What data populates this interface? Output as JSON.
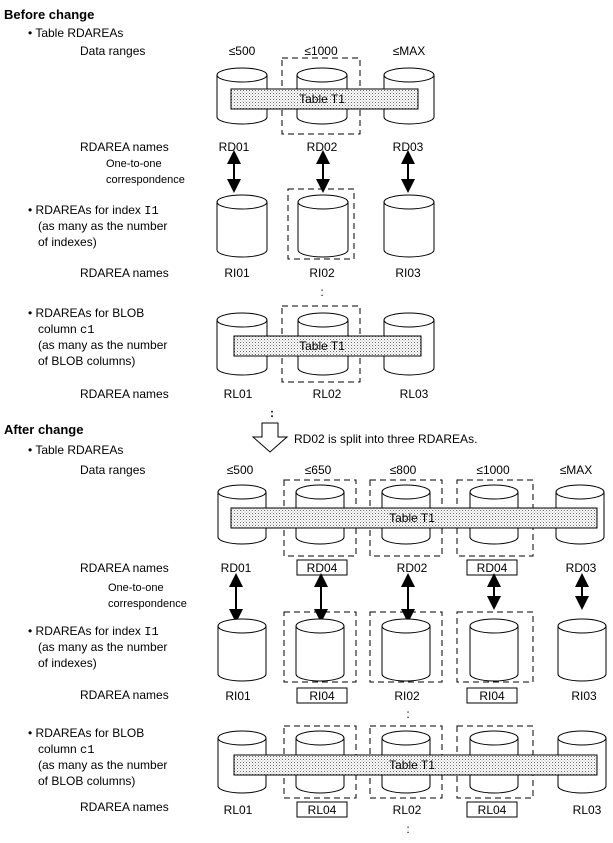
{
  "before": {
    "heading": "Before change",
    "table_rdareas_label": "Table RDAREAs",
    "data_ranges_label": "Data ranges",
    "ranges": [
      "≤500",
      "≤1000",
      "≤MAX"
    ],
    "table_label": "Table T1",
    "rdarea_names_label": "RDAREA names",
    "table_names": [
      "RD01",
      "RD02",
      "RD03"
    ],
    "correspondence_label_1": "One-to-one",
    "correspondence_label_2": "correspondence",
    "index_label_1a": "RDAREAs for index ",
    "index_name": "I1",
    "index_label_2": "(as many as the number",
    "index_label_3": "of indexes)",
    "index_names": [
      "RI01",
      "RI02",
      "RI03"
    ],
    "blob_label_1": "RDAREAs for BLOB",
    "blob_label_2a": "column ",
    "blob_column": "c1",
    "blob_label_3": "(as many as the number",
    "blob_label_4": "of  BLOB columns)",
    "blob_names": [
      "RL01",
      "RL02",
      "RL03"
    ]
  },
  "split_note": "RD02 is split into three RDAREAs.",
  "after": {
    "heading": "After change",
    "table_rdareas_label": "Table RDAREAs",
    "data_ranges_label": "Data ranges",
    "ranges": [
      "≤500",
      "≤650",
      "≤800",
      "≤1000",
      "≤MAX"
    ],
    "table_label": "Table T1",
    "rdarea_names_label": "RDAREA names",
    "table_names": [
      "RD01",
      "RD04",
      "RD02",
      "RD04",
      "RD03"
    ],
    "correspondence_label_1": "One-to-one",
    "correspondence_label_2": "correspondence",
    "index_label_1a": "RDAREAs for index ",
    "index_name": "I1",
    "index_label_2": "(as many as the number",
    "index_label_3": "of indexes)",
    "index_names": [
      "RI01",
      "RI04",
      "RI02",
      "RI04",
      "RI03"
    ],
    "blob_label_1": "RDAREAs for BLOB",
    "blob_label_2a": "column ",
    "blob_column": "c1",
    "blob_label_3": "(as many as the number",
    "blob_label_4": "of BLOB columns)",
    "blob_names": [
      "RL01",
      "RL04",
      "RL02",
      "RL04",
      "RL03"
    ]
  },
  "ellipsis": ":"
}
